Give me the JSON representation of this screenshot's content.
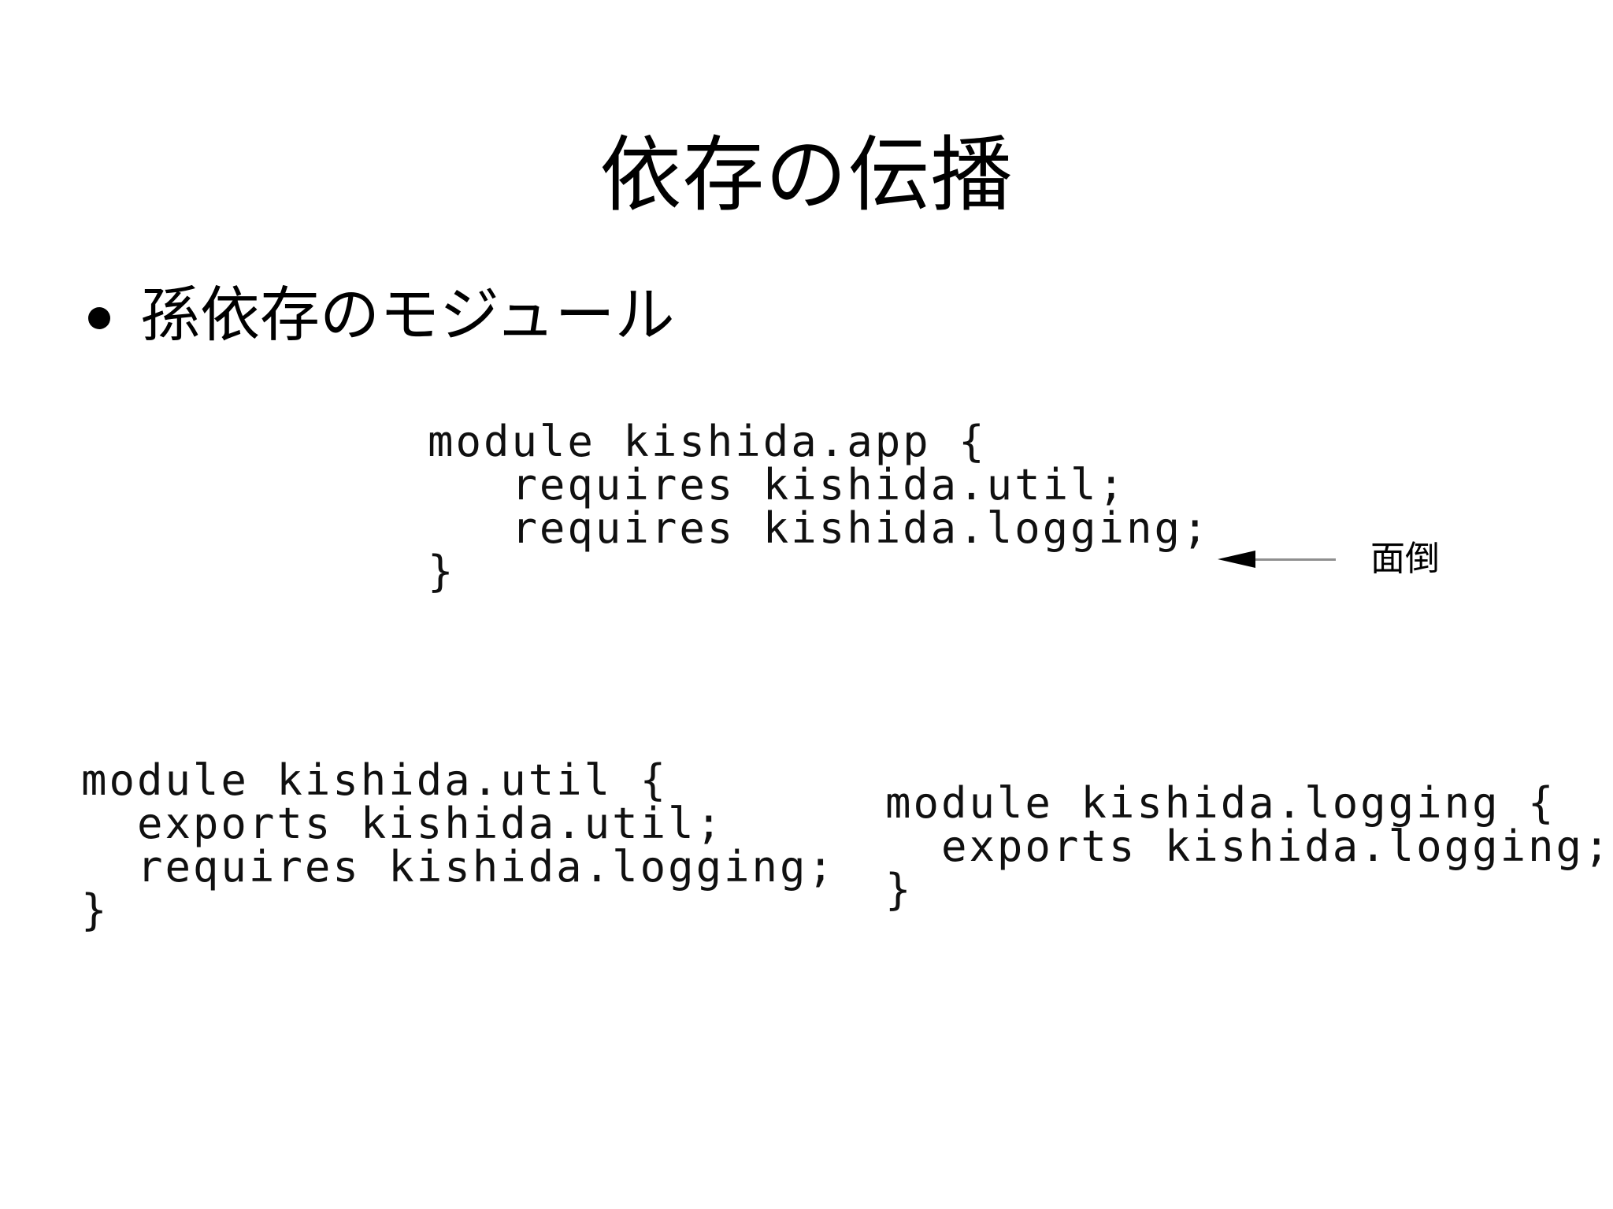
{
  "slide": {
    "title": "依存の伝播",
    "background_color": "#ffffff",
    "text_color": "#000000"
  },
  "bullets": [
    {
      "marker": "bullet-dot",
      "text": "孫依存のモジュール"
    }
  ],
  "code_blocks": {
    "app": {
      "name": "kishida.app",
      "text": "module kishida.app {\n   requires kishida.util;\n   requires kishida.logging;\n}"
    },
    "util": {
      "name": "kishida.util",
      "text": "module kishida.util {\n  exports kishida.util;\n  requires kishida.logging;\n}"
    },
    "logging": {
      "name": "kishida.logging",
      "text": "module kishida.logging {\n  exports kishida.logging;\n}"
    }
  },
  "annotation": {
    "label": "面倒",
    "arrow_direction": "left",
    "arrow_head_color": "#000000",
    "arrow_shaft_color": "#8f8f8f"
  }
}
